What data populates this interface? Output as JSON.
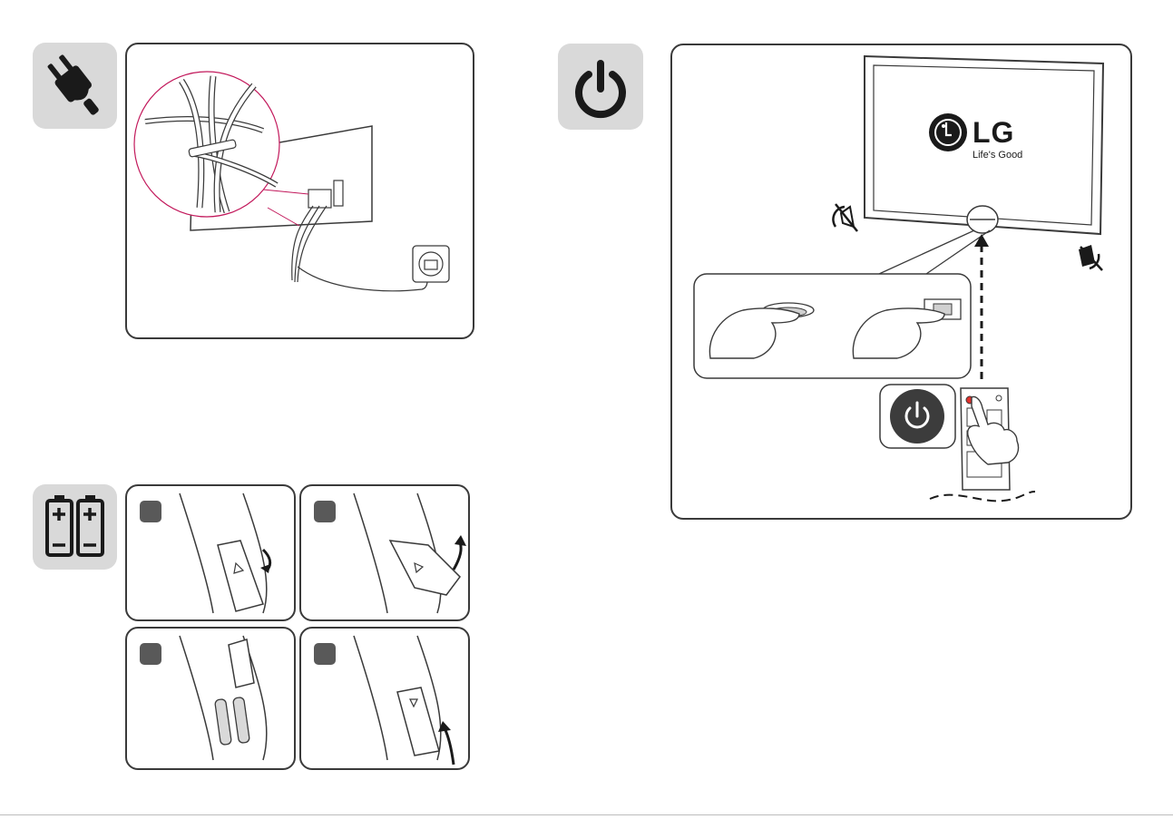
{
  "brand": {
    "name": "LG",
    "tagline": "Life's Good"
  },
  "sections": {
    "power_connection": {
      "icon": "plug-icon"
    },
    "batteries": {
      "icon": "battery-icon",
      "steps": 4
    },
    "power_on": {
      "icon": "power-icon"
    }
  },
  "colors": {
    "tile": "#d9d9d9",
    "line": "#3a3a3a",
    "badge": "#595959",
    "power_button": "#3c3c3c",
    "indicator": "#e0302c"
  }
}
